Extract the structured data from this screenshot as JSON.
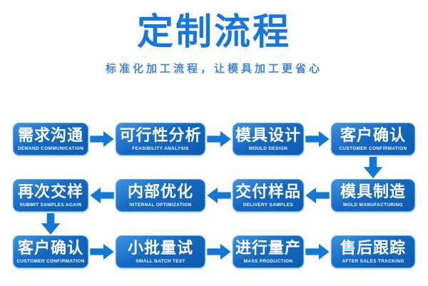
{
  "header": {
    "title": "定制流程",
    "subtitle": "标准化加工流程，让模具加工更省心"
  },
  "colors": {
    "background": "#FFFFFF",
    "title_blue": "#1777DC",
    "subtitle_blue": "#4287D6",
    "arrow_blue": "#1178D8",
    "box_grad_top": "#3E93E2",
    "box_grad_bottom": "#0C5CB0",
    "box_border": "#5FA9E8",
    "box_text": "#FFFFFF"
  },
  "flow": {
    "rows": [
      {
        "direction": "right",
        "steps": [
          {
            "zh": "需求沟通",
            "en": "DEMAND COMMUNICATION"
          },
          {
            "zh": "可行性分析",
            "en": "FEASIBILITY ANALYSIS"
          },
          {
            "zh": "模具设计",
            "en": "MOULD DESIGN"
          },
          {
            "zh": "客户确认",
            "en": "CUSTOMER CONFIRMATION"
          }
        ]
      },
      {
        "direction": "left",
        "steps": [
          {
            "zh": "再次交样",
            "en": "SUBMIT SAMPLES AGAIN"
          },
          {
            "zh": "内部优化",
            "en": "INTERNAL OPTIMIZATION"
          },
          {
            "zh": "交付样品",
            "en": "DELIVERY SAMPLES"
          },
          {
            "zh": "模具制造",
            "en": "MOLD MANUFACTURING"
          }
        ]
      },
      {
        "direction": "right",
        "steps": [
          {
            "zh": "客户确认",
            "en": "CUSTOMER CONFIRMATION"
          },
          {
            "zh": "小批量试",
            "en": "SMALL BATCH TEST"
          },
          {
            "zh": "进行量产",
            "en": "MASS PRODUCTION"
          },
          {
            "zh": "售后跟踪",
            "en": "AFTER SALES TRACKING"
          }
        ]
      }
    ]
  }
}
